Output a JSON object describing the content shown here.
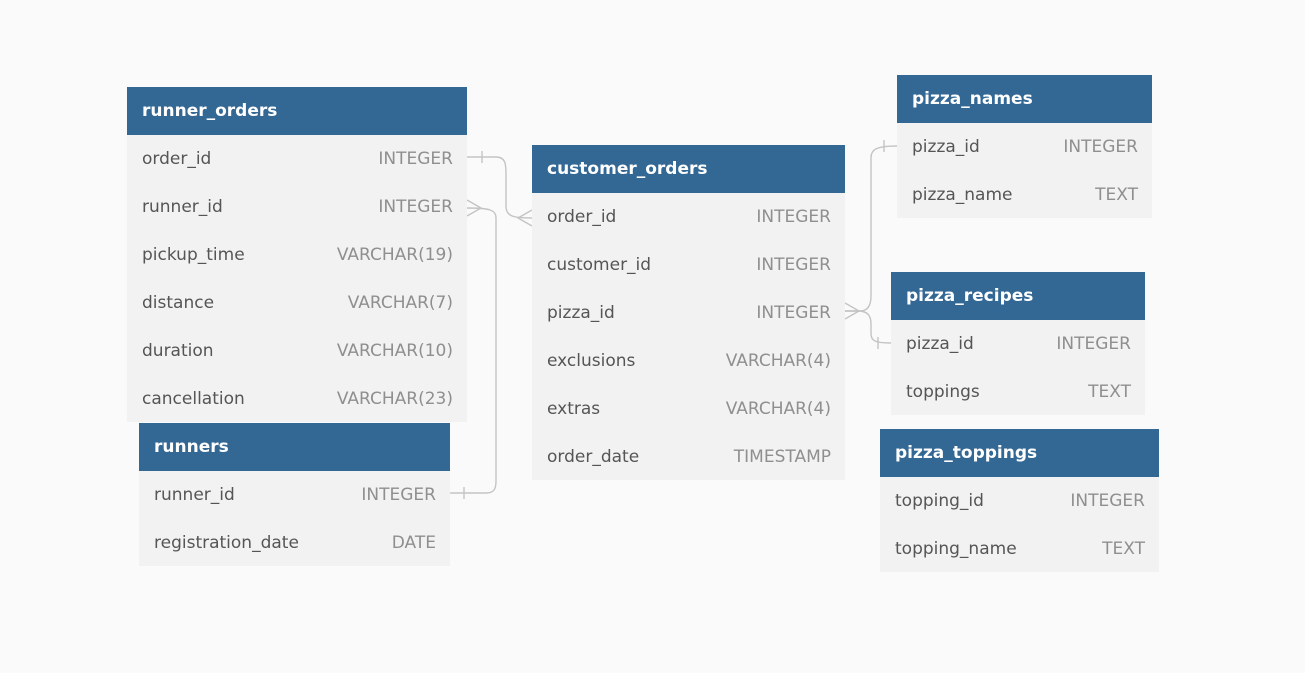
{
  "diagram": {
    "tables": {
      "runner_orders": {
        "name": "runner_orders",
        "columns": [
          {
            "name": "order_id",
            "type": "INTEGER"
          },
          {
            "name": "runner_id",
            "type": "INTEGER"
          },
          {
            "name": "pickup_time",
            "type": "VARCHAR(19)"
          },
          {
            "name": "distance",
            "type": "VARCHAR(7)"
          },
          {
            "name": "duration",
            "type": "VARCHAR(10)"
          },
          {
            "name": "cancellation",
            "type": "VARCHAR(23)"
          }
        ]
      },
      "runners": {
        "name": "runners",
        "columns": [
          {
            "name": "runner_id",
            "type": "INTEGER"
          },
          {
            "name": "registration_date",
            "type": "DATE"
          }
        ]
      },
      "customer_orders": {
        "name": "customer_orders",
        "columns": [
          {
            "name": "order_id",
            "type": "INTEGER"
          },
          {
            "name": "customer_id",
            "type": "INTEGER"
          },
          {
            "name": "pizza_id",
            "type": "INTEGER"
          },
          {
            "name": "exclusions",
            "type": "VARCHAR(4)"
          },
          {
            "name": "extras",
            "type": "VARCHAR(4)"
          },
          {
            "name": "order_date",
            "type": "TIMESTAMP"
          }
        ]
      },
      "pizza_names": {
        "name": "pizza_names",
        "columns": [
          {
            "name": "pizza_id",
            "type": "INTEGER"
          },
          {
            "name": "pizza_name",
            "type": "TEXT"
          }
        ]
      },
      "pizza_recipes": {
        "name": "pizza_recipes",
        "columns": [
          {
            "name": "pizza_id",
            "type": "INTEGER"
          },
          {
            "name": "toppings",
            "type": "TEXT"
          }
        ]
      },
      "pizza_toppings": {
        "name": "pizza_toppings",
        "columns": [
          {
            "name": "topping_id",
            "type": "INTEGER"
          },
          {
            "name": "topping_name",
            "type": "TEXT"
          }
        ]
      }
    },
    "colors": {
      "header": "#336895",
      "body": "#f2f2f2",
      "connector": "#c4c4c4",
      "background": "#fafafa"
    }
  }
}
